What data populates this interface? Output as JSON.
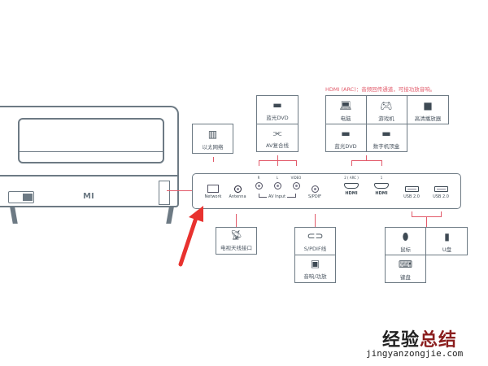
{
  "hdmi_note": "HDMI (ARC)：音频回传通道，可接功放音响。",
  "top_devices": {
    "network": {
      "label": "以太网络",
      "icon": "router-icon"
    },
    "av": [
      {
        "label": "蓝光DVD",
        "icon": "dvd-player-icon"
      },
      {
        "label": "AV复合线",
        "icon": "av-cable-icon"
      }
    ],
    "hdmi": [
      {
        "label": "电脑",
        "icon": "laptop-icon"
      },
      {
        "label": "游戏机",
        "icon": "gamepad-icon"
      },
      {
        "label": "高清播放器",
        "icon": "media-player-icon"
      },
      {
        "label": "蓝光DVD",
        "icon": "dvd-player-icon"
      },
      {
        "label": "数字机顶盒",
        "icon": "set-top-box-icon"
      }
    ]
  },
  "ports": {
    "network": "Network",
    "antenna": "Antenna",
    "r": "R",
    "l": "L",
    "video": "VIDEO",
    "av_input": "AV Input",
    "spdif": "S/PDIF",
    "hdmi2_top": "2 ( ARC )",
    "hdmi1_top": "1",
    "hdmi_label": "HDMI",
    "usb1": "USB 2.0",
    "usb2": "USB 2.0"
  },
  "tv_logo": "MI",
  "bottom_devices": {
    "antenna": {
      "label": "电视天线接口",
      "icon": "satellite-dish-icon"
    },
    "spdif": [
      {
        "label": "S/PDIF线",
        "icon": "spdif-cable-icon"
      },
      {
        "label": "音响/功放",
        "icon": "speaker-icon"
      }
    ],
    "usb": [
      {
        "label": "鼠标",
        "icon": "mouse-icon"
      },
      {
        "label": "U盘",
        "icon": "usb-drive-icon"
      },
      {
        "label": "键盘",
        "icon": "keyboard-icon"
      }
    ]
  },
  "watermark": {
    "title_dark": "经验",
    "title_red": "总结",
    "url": "jingyanzongjie.com"
  },
  "colors": {
    "accent": "#e25a6a",
    "line": "#6d7a84",
    "arrow": "#e8322f"
  }
}
